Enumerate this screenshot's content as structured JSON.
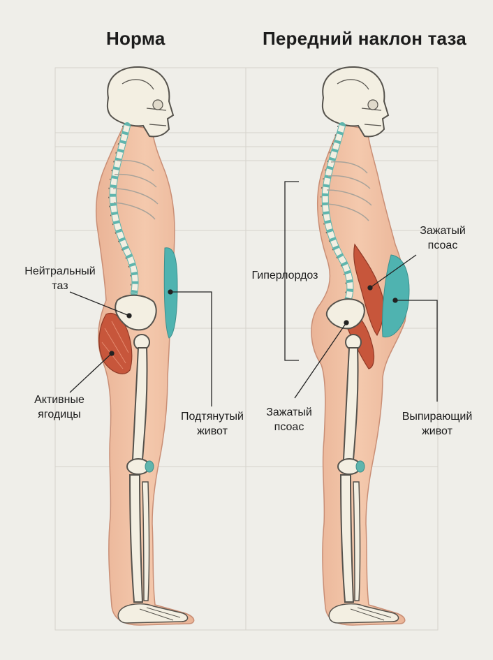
{
  "titles": {
    "normal": "Норма",
    "tilt": "Передний наклон таза"
  },
  "labels": {
    "neutral_pelvis": {
      "line1": "Нейтральный",
      "line2": "таз"
    },
    "active_glutes": {
      "line1": "Активные",
      "line2": "ягодицы"
    },
    "tight_abdomen": {
      "line1": "Подтянутый",
      "line2": "живот"
    },
    "hyperlordosis": "Гиперлордоз",
    "tight_psoas_top": {
      "line1": "Зажатый",
      "line2": "псоас"
    },
    "tight_psoas_bottom": {
      "line1": "Зажатый",
      "line2": "псоас"
    },
    "protruding_belly": {
      "line1": "Выпирающий",
      "line2": "живот"
    }
  },
  "colors": {
    "background": "#efeee9",
    "skin": "#f2c4a8",
    "skin_outline": "#c98e75",
    "bone": "#f3efe2",
    "bone_outline": "#55524c",
    "disc": "#5fb5ad",
    "abdomen": "#4fb3b0",
    "muscle": "#c7563b",
    "grid": "#d6d3cc",
    "leader": "#222222"
  }
}
